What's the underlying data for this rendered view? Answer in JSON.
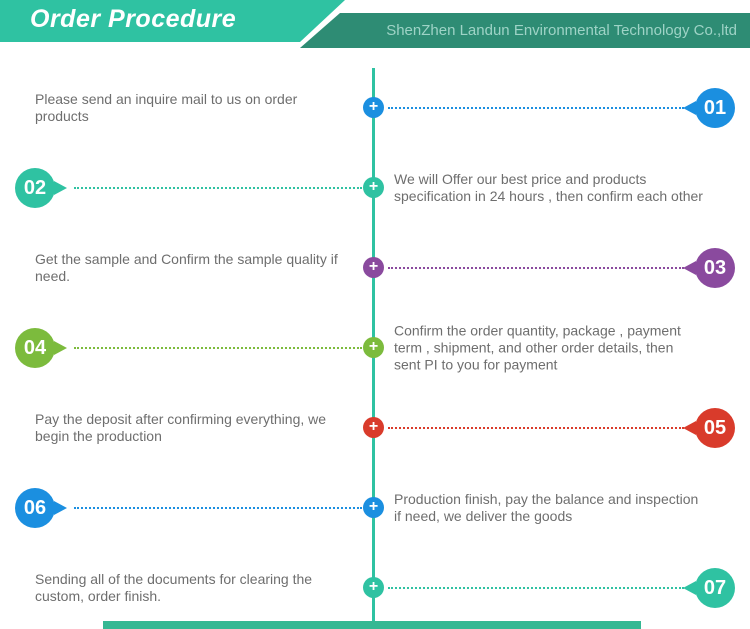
{
  "header": {
    "title": "Order Procedure",
    "company": "ShenZhen Landun Environmental Technology Co.,ltd"
  },
  "colors": {
    "banner_light": "#2fc2a2",
    "banner_dark": "#2e8c74",
    "timeline": "#2fc2a2",
    "bottom_bar": "#35b893",
    "text": "#6e6e6e"
  },
  "icons": {
    "plus": "+"
  },
  "steps": [
    {
      "num": "01",
      "side": "right",
      "color": "#1b8fe0",
      "text": "Please send an inquire mail to us on order\nproducts"
    },
    {
      "num": "02",
      "side": "left",
      "color": "#2fc2a2",
      "text": "We will Offer our best price and products\nspecification in 24 hours , then confirm each other"
    },
    {
      "num": "03",
      "side": "right",
      "color": "#8a4a9e",
      "text": "Get the sample and Confirm the sample quality if\nneed."
    },
    {
      "num": "04",
      "side": "left",
      "color": "#7cbb3d",
      "text": "Confirm the order quantity,  package , payment\nterm , shipment, and other  order details, then\nsent PI to you for payment"
    },
    {
      "num": "05",
      "side": "right",
      "color": "#d93b2b",
      "text": "Pay the deposit after confirming everything, we\nbegin the production"
    },
    {
      "num": "06",
      "side": "left",
      "color": "#1b8fe0",
      "text": "Production finish, pay the balance and inspection\nif need, we deliver the goods"
    },
    {
      "num": "07",
      "side": "right",
      "color": "#2fc2a2",
      "text": "Sending all of the documents for clearing the\ncustom, order finish."
    }
  ]
}
